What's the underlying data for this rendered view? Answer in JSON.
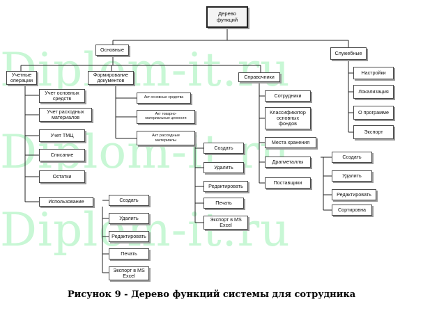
{
  "watermark": "Diplom-it.ru",
  "caption": "Рисунок 9 - Дерево функций системы для сотрудника",
  "nodes": {
    "root": "Дерево\nфункций",
    "osnovnye": "Основные",
    "sluzhebnye": "Служебные",
    "uchet_operacii": "Учетные\nоперации",
    "formirovanie": "Формирование\nдокументов",
    "spravochniki": "Справочники",
    "nastroiki": "Настройки",
    "lokalizaciya": "Локализация",
    "o_programme": "О программе",
    "eksport": "Экспорт",
    "uchet_os": "Учет основных\nсредств",
    "uchet_rm": "Учет расходных\nматериалов",
    "uchet_tmc": "Учет ТМЦ",
    "spisanie": "Списание",
    "ostatki": "Остатки",
    "ispolzovanie": "Использование",
    "akt_os": "Акт основные средства",
    "akt_tmc": "Акт товарно-\nматериальные ценности",
    "akt_rm": "Акт расходные\nматериалы",
    "sotrudniki": "Сотрудники",
    "klassifikator": "Классификатор\nосновных\nфондов",
    "mesta": "Места хранения",
    "dragmetally": "Драгметаллы",
    "postavshchiki": "Поставщики",
    "i_sozdat": "Создать",
    "i_udalit": "Удалить",
    "i_redakt": "Редактировать",
    "i_pechat": "Печать",
    "i_eksport": "Экспорт в MS\nExcel",
    "d_sozdat": "Создать",
    "d_udalit": "Удалить",
    "d_redakt": "Редактировать",
    "d_pechat": "Печать",
    "d_eksport": "Экспорт в MS\nExcel",
    "s_sozdat": "Создать",
    "s_udalit": "Удалить",
    "s_redakt": "Редактировать",
    "s_sort": "Сортировна"
  }
}
